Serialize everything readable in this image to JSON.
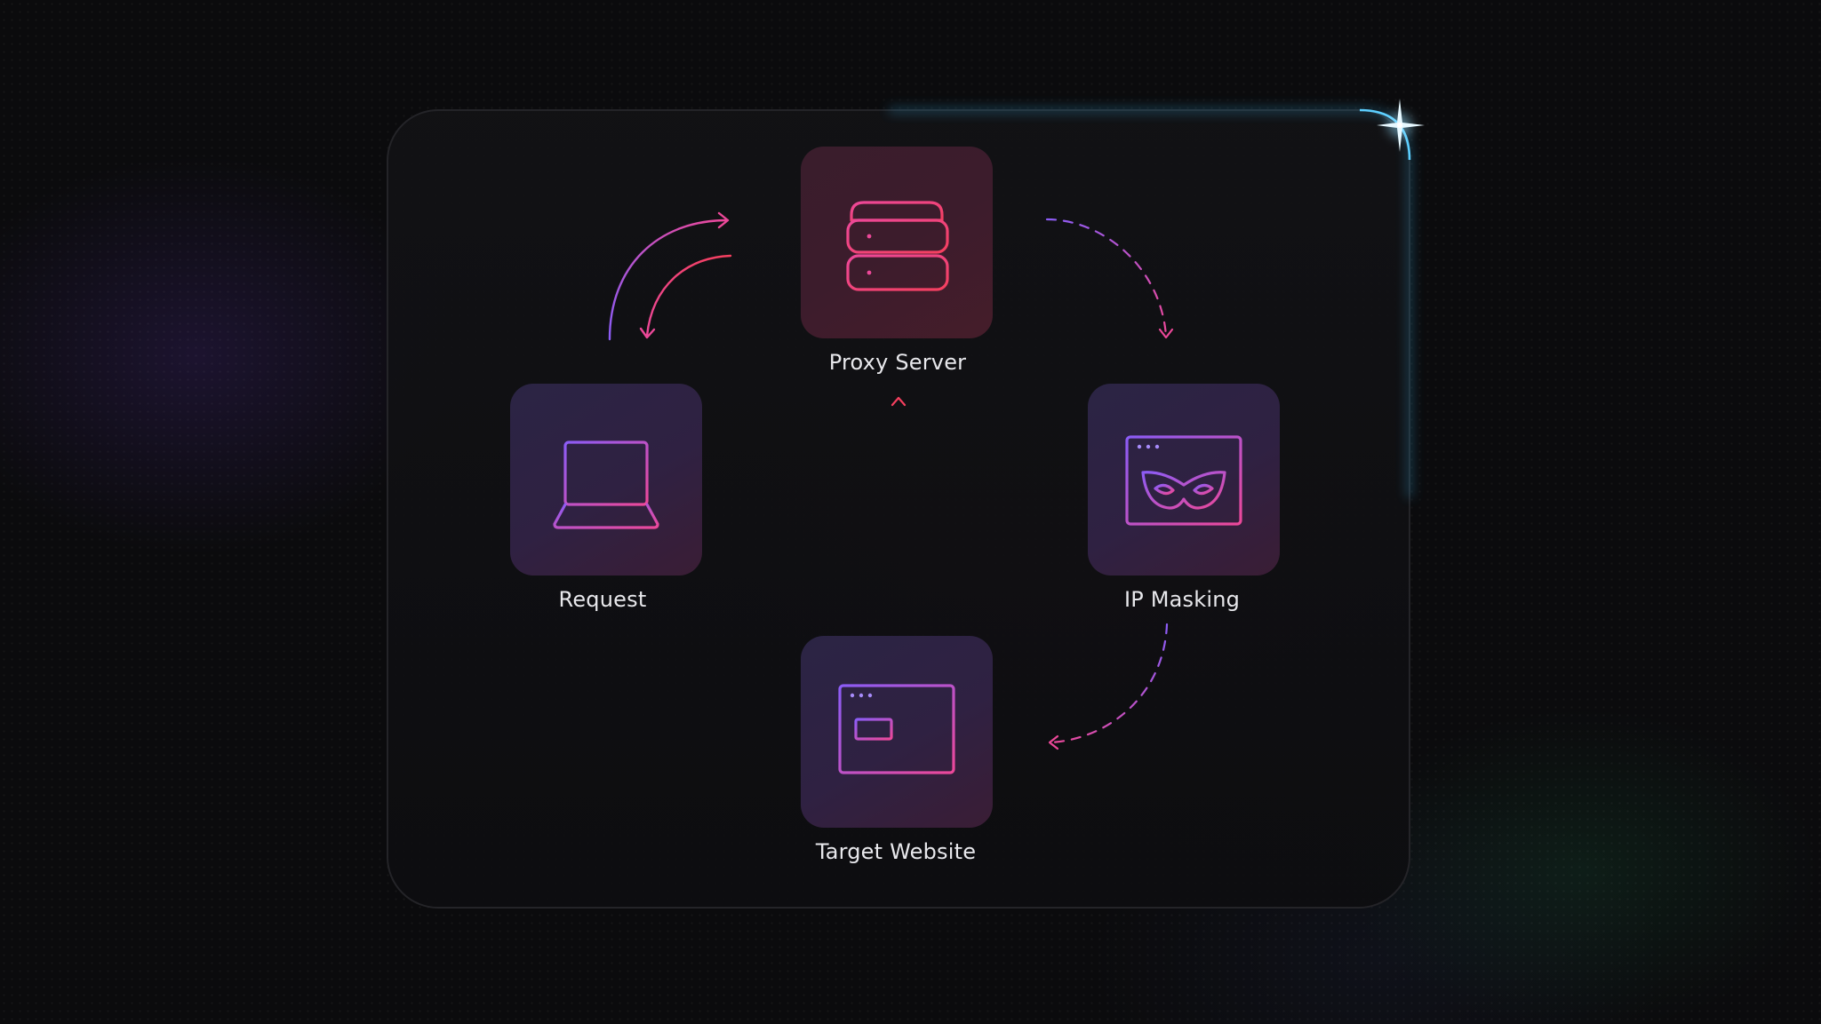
{
  "diagram": {
    "nodes": {
      "proxy": {
        "label": "Proxy Server",
        "icon": "server-icon"
      },
      "request": {
        "label": "Request",
        "icon": "laptop-icon"
      },
      "ip": {
        "label": "IP Masking",
        "icon": "mask-browser-icon"
      },
      "target": {
        "label": "Target Website",
        "icon": "browser-window-icon"
      }
    },
    "colors": {
      "purple": "#8b5cf6",
      "pink": "#ec4899",
      "red": "#f43f5e",
      "glow": "#38bdf8"
    }
  }
}
